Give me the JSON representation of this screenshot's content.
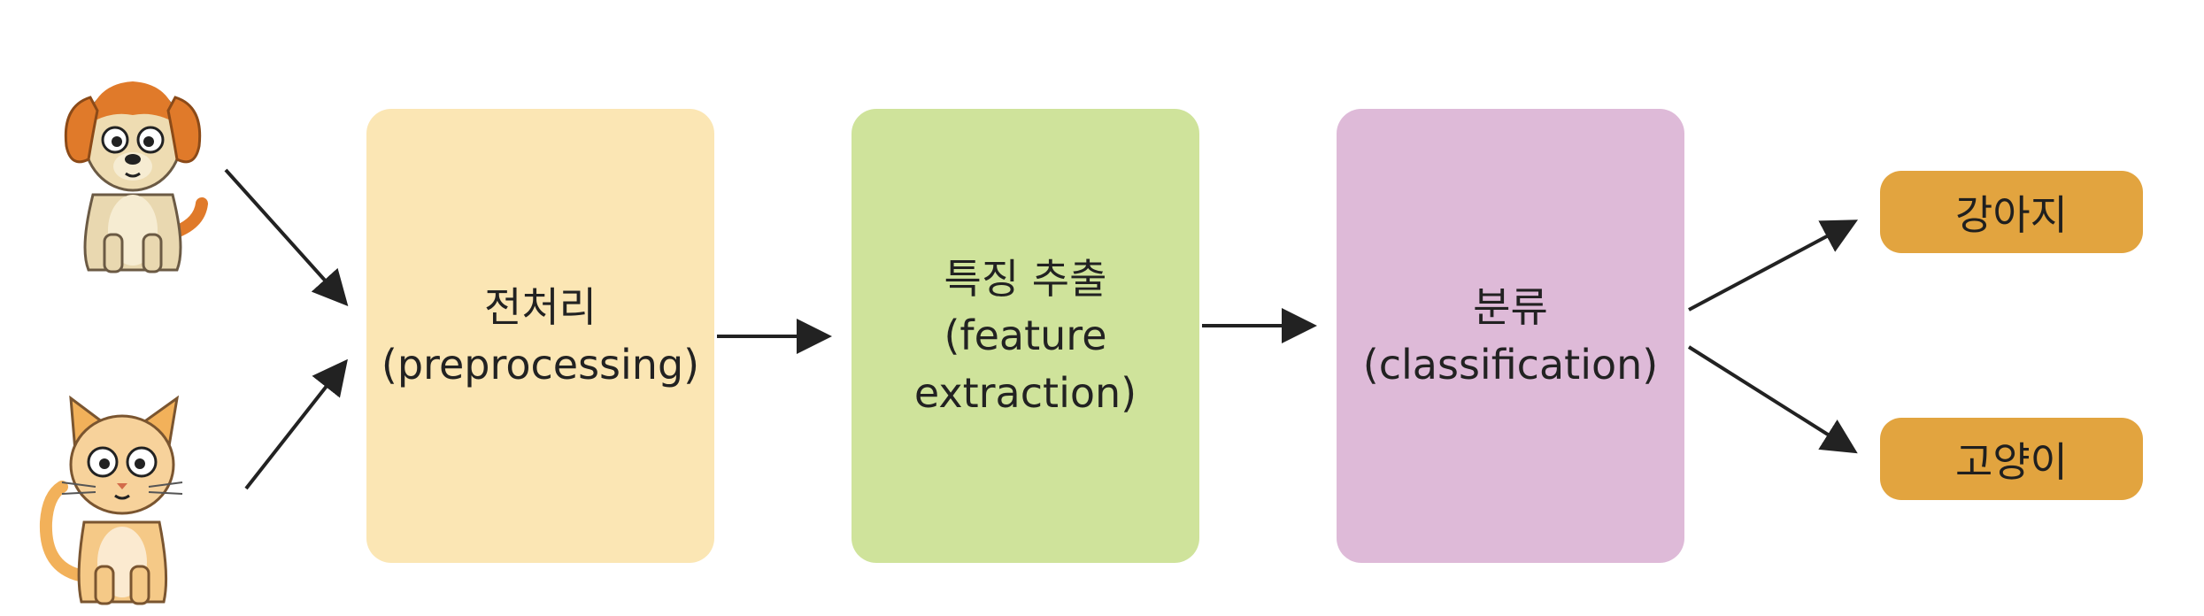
{
  "diagram": {
    "steps": [
      {
        "line1": "전처리",
        "line2": "(preprocessing)",
        "line3": "",
        "color": "#fbe6b4"
      },
      {
        "line1": "특징 추출",
        "line2": "(feature",
        "line3": "extraction)",
        "color": "#cfe39b"
      },
      {
        "line1": "분류",
        "line2": "(classification)",
        "line3": "",
        "color": "#debad8"
      }
    ],
    "outputs": [
      {
        "label": "강아지",
        "color": "#e2a43f"
      },
      {
        "label": "고양이",
        "color": "#e2a43f"
      }
    ],
    "inputs": [
      {
        "icon": "dog-icon"
      },
      {
        "icon": "cat-icon"
      }
    ],
    "arrow_color": "#222222"
  }
}
